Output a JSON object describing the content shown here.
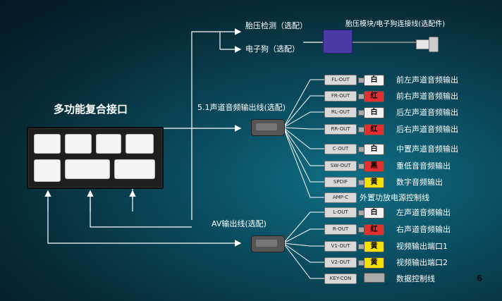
{
  "title": "多功能复合接口",
  "page_number": "6",
  "top_branch": {
    "inputs": [
      "胎压检测（选配）",
      "电子狗（选配）"
    ],
    "cable_label": "胎压模块/电子狗连接线(选配件)"
  },
  "audio51": {
    "label": "5.1声道音频输出线(选配)",
    "rows": [
      {
        "code": "FL-OUT",
        "plug": "白",
        "color": "white",
        "desc": "前左声道音频输出"
      },
      {
        "code": "FR-OUT",
        "plug": "红",
        "color": "red",
        "desc": "前右声道音频输出"
      },
      {
        "code": "RL-OUT",
        "plug": "白",
        "color": "white",
        "desc": "后左声道音频输出"
      },
      {
        "code": "RR-OUT",
        "plug": "红",
        "color": "red",
        "desc": "后右声道音频输出"
      },
      {
        "code": "C-OUT",
        "plug": "白",
        "color": "white",
        "desc": "中置声道音频输出"
      },
      {
        "code": "SW-OUT",
        "plug": "黑",
        "color": "red",
        "desc": "重低音音频输出"
      },
      {
        "code": "SPDIF",
        "plug": "黄",
        "color": "yellow",
        "desc": "数字音频输出"
      },
      {
        "code": "AMP-C",
        "plug": "",
        "color": "",
        "desc": "外置功放电源控制线"
      }
    ]
  },
  "av": {
    "label": "AV输出线(选配)",
    "rows": [
      {
        "code": "L-OUT",
        "plug": "白",
        "color": "white",
        "desc": "左声道音频输出"
      },
      {
        "code": "R-OUT",
        "plug": "红",
        "color": "red",
        "desc": "右声道音频输出"
      },
      {
        "code": "V1-OUT",
        "plug": "黄",
        "color": "yellow",
        "desc": "视频输出端口1"
      },
      {
        "code": "V2-OUT",
        "plug": "黄",
        "color": "yellow",
        "desc": "视频输出端口2"
      },
      {
        "code": "KEY-CON",
        "plug": "",
        "color": "",
        "desc": "数据控制线"
      }
    ]
  },
  "colors": {
    "background": "#0a4a5d",
    "line": "#ffffff",
    "red_plug": "#e23030",
    "yellow_plug": "#f2e100"
  }
}
